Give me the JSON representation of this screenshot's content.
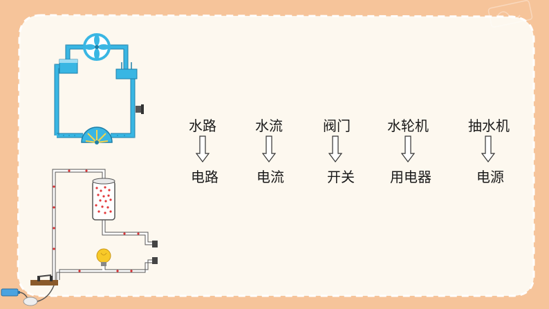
{
  "analogy": [
    {
      "water": "水路",
      "electric": "电路"
    },
    {
      "water": "水流",
      "electric": "电流"
    },
    {
      "water": "阀门",
      "electric": "开关"
    },
    {
      "water": "水轮机",
      "electric": "用电器"
    },
    {
      "water": "抽水机",
      "electric": "电源"
    }
  ],
  "icons": {
    "turbine": "water-turbine-icon",
    "pump": "water-pump-icon",
    "valve": "valve-icon",
    "bulb": "light-bulb-icon",
    "battery": "battery-icon",
    "switch": "knife-switch-icon"
  },
  "colors": {
    "frame": "#f6c49a",
    "panel": "#fdf8ef",
    "pipe": "#39b6e3",
    "charge": "#e2383a"
  }
}
